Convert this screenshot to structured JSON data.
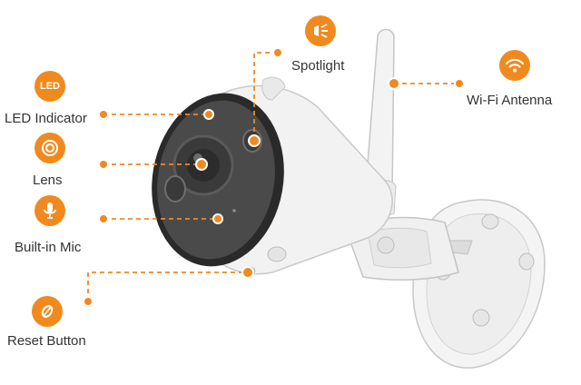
{
  "colors": {
    "accent": "#f08a1f",
    "camera_body": "#f2f2f2",
    "lens_panel": "#4a4a4a"
  },
  "callouts": {
    "led_indicator": {
      "label": "LED Indicator",
      "icon": "led-icon",
      "icon_text": "LED"
    },
    "lens": {
      "label": "Lens",
      "icon": "lens-icon"
    },
    "built_in_mic": {
      "label": "Built-in Mic",
      "icon": "microphone-icon"
    },
    "reset_button": {
      "label": "Reset Button",
      "icon": "reset-icon"
    },
    "spotlight": {
      "label": "Spotlight",
      "icon": "spotlight-icon"
    },
    "wifi_antenna": {
      "label": "Wi-Fi Antenna",
      "icon": "wifi-icon"
    }
  }
}
